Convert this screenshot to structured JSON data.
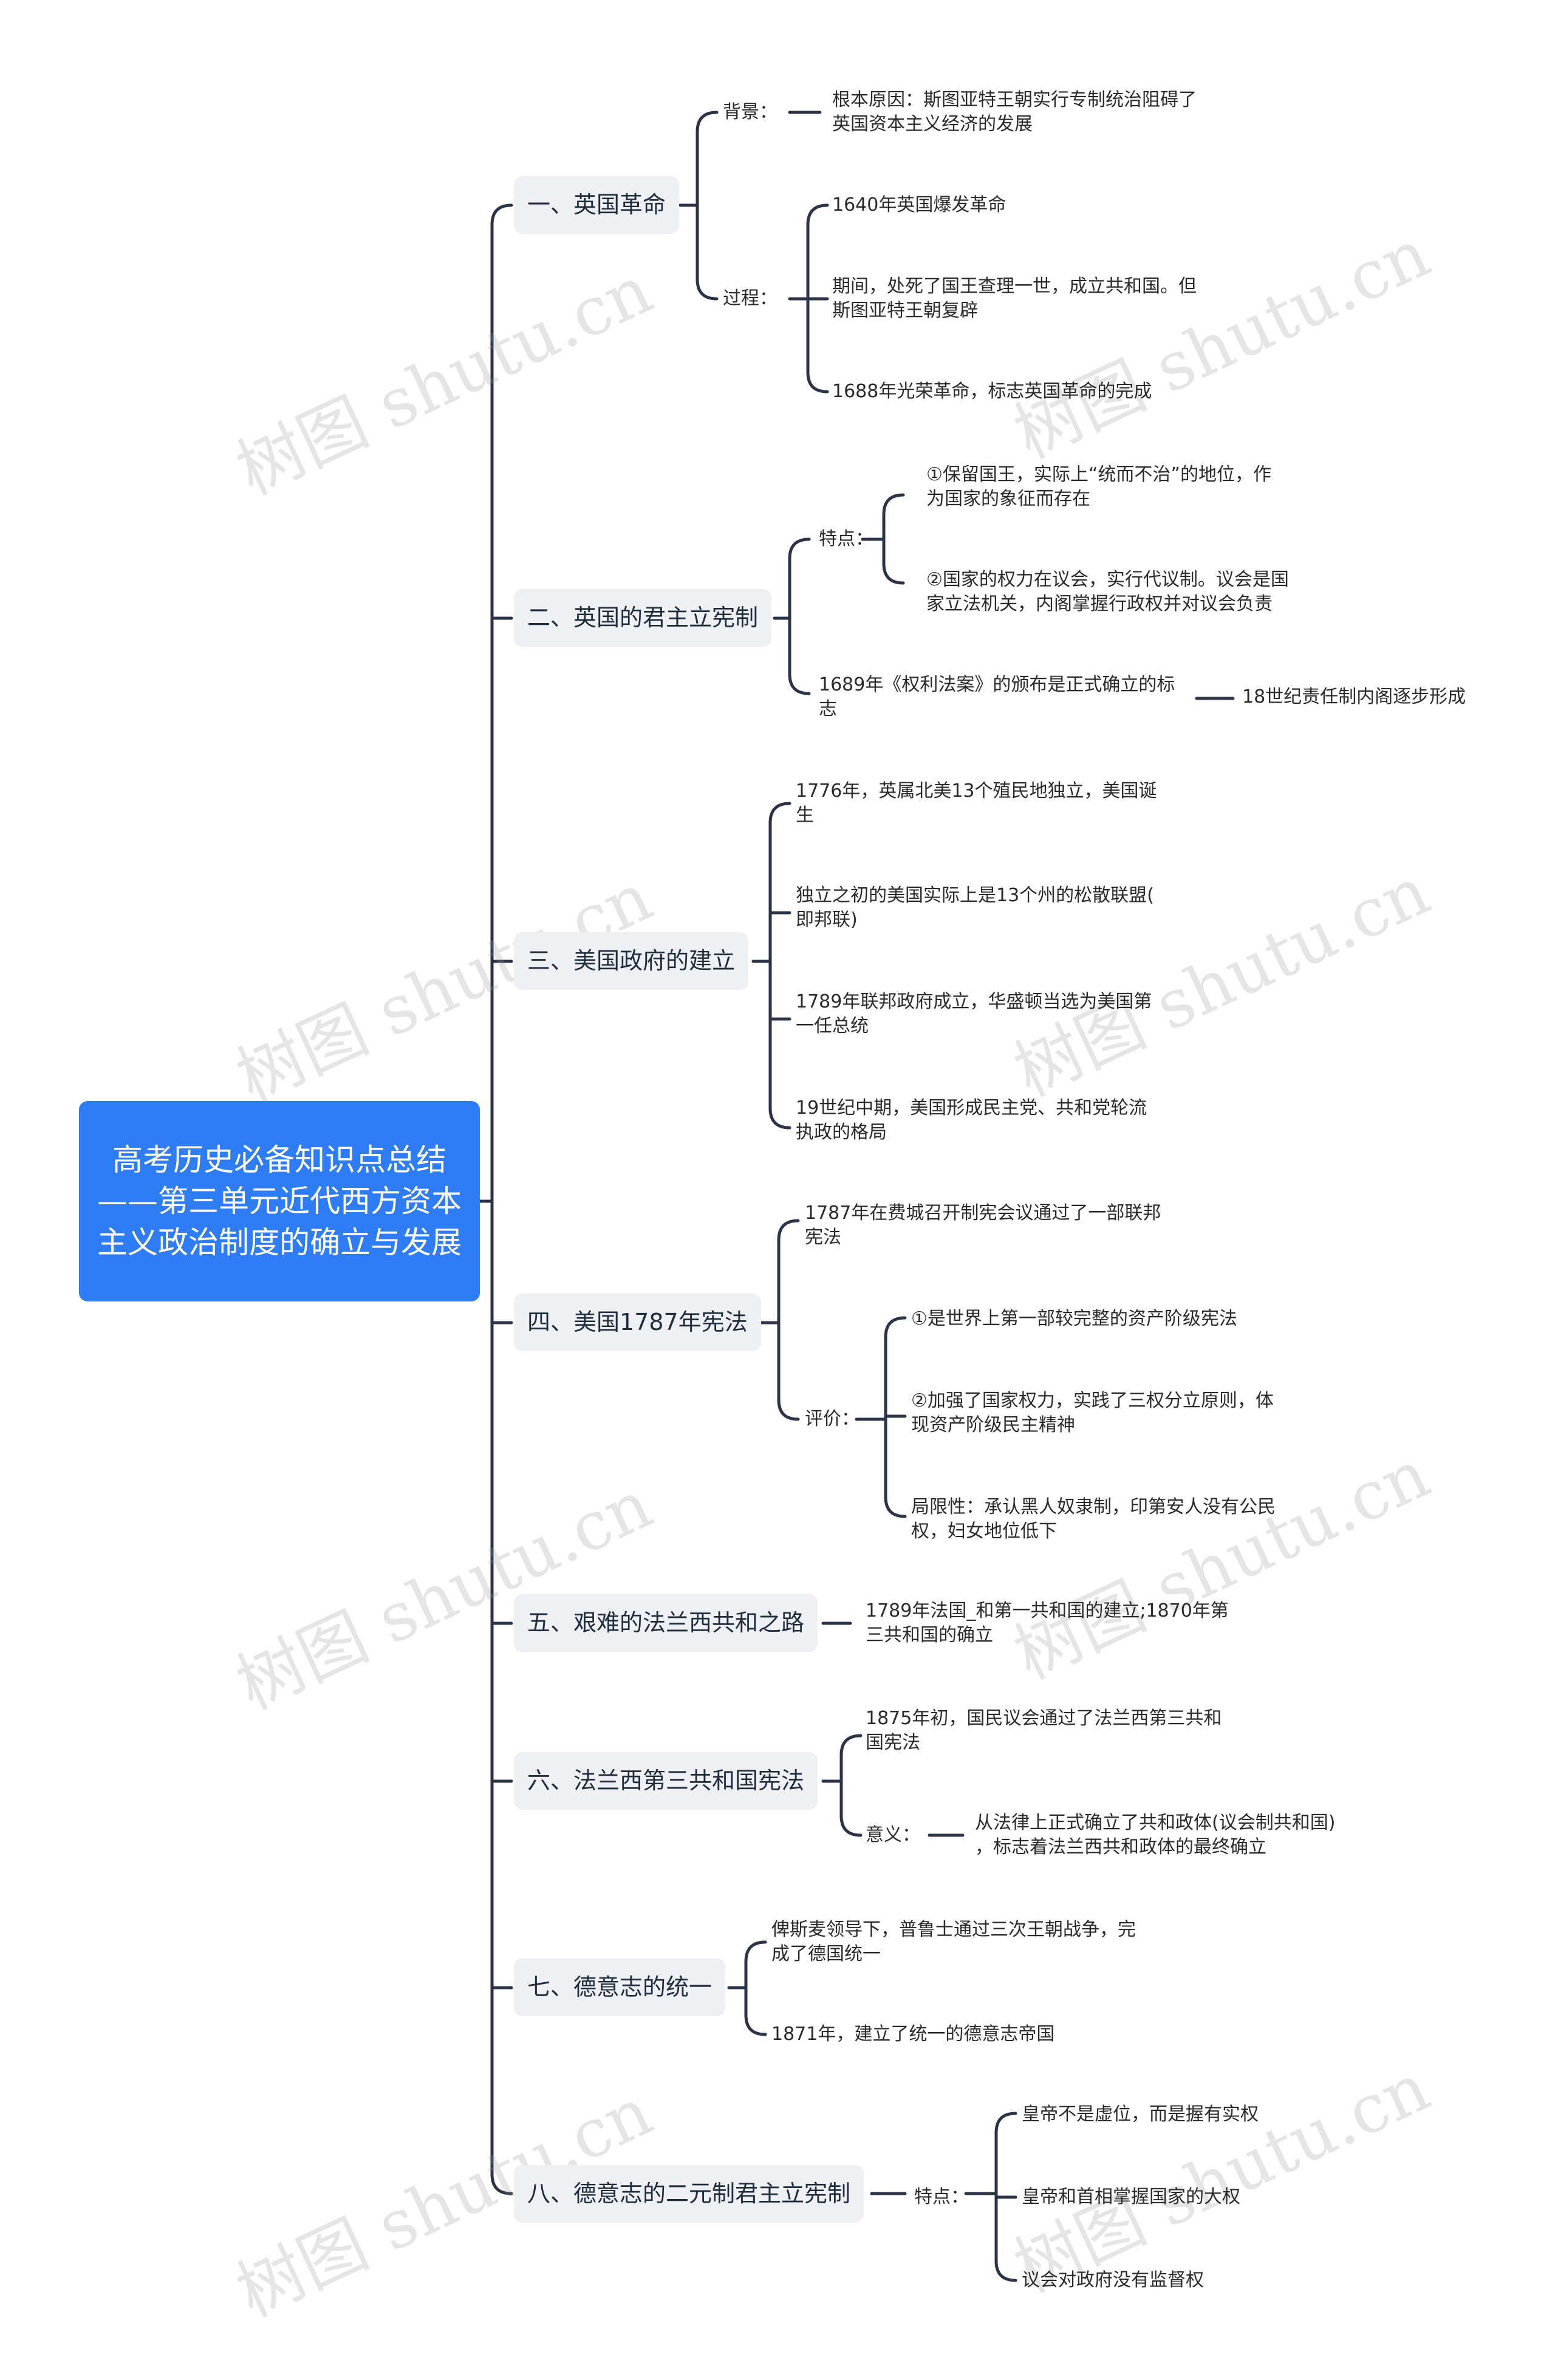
{
  "root": "高考历史必备知识点总结——第三单元近代西方资本主义政治制度的确立与发展",
  "watermark": "树图 shutu.cn",
  "branches": [
    {
      "title": "一、英国革命",
      "groups": [
        {
          "label": "背景：",
          "items": [
            "根本原因：斯图亚特王朝实行专制统治阻碍了\n英国资本主义经济的发展"
          ]
        },
        {
          "label": "过程：",
          "items": [
            "1640年英国爆发革命",
            "期间，处死了国王查理一世，成立共和国。但\n斯图亚特王朝复辟",
            "1688年光荣革命，标志英国革命的完成"
          ]
        }
      ]
    },
    {
      "title": "二、英国的君主立宪制",
      "groups": [
        {
          "label": "特点：",
          "items": [
            "①保留国王，实际上“统而不治”的地位，作\n为国家的象征而存在",
            "②国家的权力在议会，实行代议制。议会是国\n家立法机关，内阁掌握行政权并对议会负责"
          ]
        }
      ],
      "items": [
        {
          "text": "1689年《权利法案》的颁布是正式确立的标\n志",
          "child": "18世纪责任制内阁逐步形成"
        }
      ]
    },
    {
      "title": "三、美国政府的建立",
      "items": [
        "1776年，英属北美13个殖民地独立，美国诞\n生",
        "独立之初的美国实际上是13个州的松散联盟(\n即邦联)",
        "1789年联邦政府成立，华盛顿当选为美国第\n一任总统",
        "19世纪中期，美国形成民主党、共和党轮流\n执政的格局"
      ]
    },
    {
      "title": "四、美国1787年宪法",
      "items": [
        "1787年在费城召开制宪会议通过了一部联邦\n宪法"
      ],
      "groups": [
        {
          "label": "评价：",
          "items": [
            "①是世界上第一部较完整的资产阶级宪法",
            "②加强了国家权力，实践了三权分立原则，体\n现资产阶级民主精神",
            "局限性：承认黑人奴隶制，印第安人没有公民\n权，妇女地位低下"
          ]
        }
      ]
    },
    {
      "title": "五、艰难的法兰西共和之路",
      "items": [
        "1789年法国_和第一共和国的建立;1870年第\n三共和国的确立"
      ]
    },
    {
      "title": "六、法兰西第三共和国宪法",
      "items": [
        "1875年初，国民议会通过了法兰西第三共和\n国宪法"
      ],
      "groups": [
        {
          "label": "意义：",
          "items": [
            "从法律上正式确立了共和政体(议会制共和国)\n，标志着法兰西共和政体的最终确立"
          ]
        }
      ]
    },
    {
      "title": "七、德意志的统一",
      "items": [
        "俾斯麦领导下，普鲁士通过三次王朝战争，完\n成了德国统一",
        "1871年，建立了统一的德意志帝国"
      ]
    },
    {
      "title": "八、德意志的二元制君主立宪制",
      "groups": [
        {
          "label": "特点：",
          "items": [
            "皇帝不是虚位，而是握有实权",
            "皇帝和首相掌握国家的大权",
            "议会对政府没有监督权"
          ]
        }
      ]
    }
  ]
}
